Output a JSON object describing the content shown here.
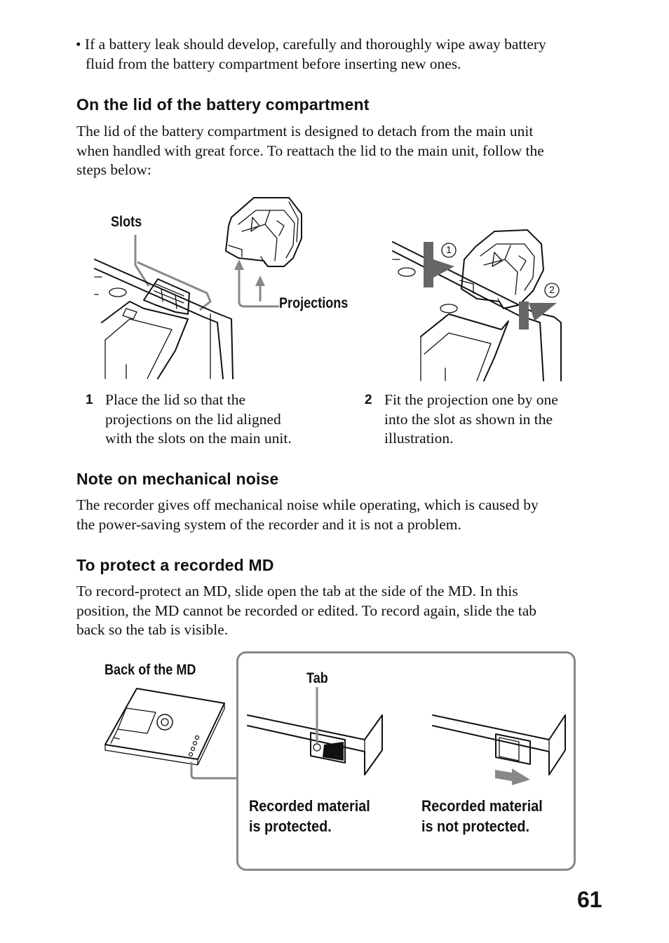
{
  "bullet": {
    "marker": "•",
    "text_line1": "If a battery leak should develop, carefully and thoroughly wipe away battery",
    "text_line2": "fluid from the battery compartment before inserting new ones."
  },
  "section_lid": {
    "heading": "On the lid of the battery compartment",
    "line1": "The lid of the battery compartment is designed to detach from the main unit",
    "line2": "when handled with great force. To reattach the lid to the main unit, follow the",
    "line3": "steps below:"
  },
  "figure_lid": {
    "label_slots": "Slots",
    "label_projections": "Projections",
    "marker_1": "1",
    "marker_2": "2"
  },
  "steps": [
    {
      "number": "1",
      "line1": "Place the lid so that the",
      "line2": "projections on the lid aligned",
      "line3": "with the slots on the main unit."
    },
    {
      "number": "2",
      "line1": "Fit the projection one by one",
      "line2": "into the slot as shown in the",
      "line3": "illustration."
    }
  ],
  "section_noise": {
    "heading": "Note on mechanical noise",
    "line1": "The recorder gives off mechanical noise while operating, which is caused by",
    "line2": "the power-saving system of the recorder and it is not a problem."
  },
  "section_protect": {
    "heading": "To protect a recorded MD",
    "line1": "To record-protect an MD, slide open the tab at the side of the MD. In this",
    "line2": "position, the MD cannot be recorded or edited. To record again, slide the tab",
    "line3": "back so the tab is visible."
  },
  "figure_md": {
    "label_back": "Back of the MD",
    "label_tab": "Tab",
    "protected_line1": "Recorded material",
    "protected_line2": "is protected.",
    "not_protected_line1": "Recorded material",
    "not_protected_line2": "is not protected."
  },
  "page_number": "61"
}
